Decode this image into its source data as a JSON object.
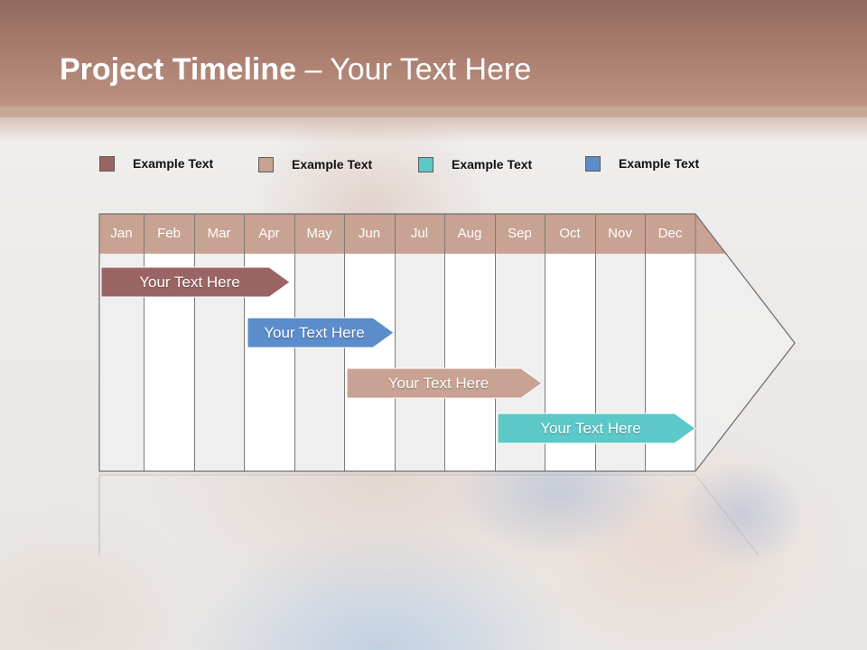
{
  "slide": {
    "title_bold": "Project Timeline",
    "title_rest": " – Your Text Here"
  },
  "legend": [
    {
      "label": "Example Text",
      "color": "#9b6464"
    },
    {
      "label": "Example Text",
      "color": "#c8a292"
    },
    {
      "label": "Example Text",
      "color": "#5cc8c8"
    },
    {
      "label": "Example Text",
      "color": "#5b8ccc"
    }
  ],
  "months": [
    "Jan",
    "Feb",
    "Mar",
    "Apr",
    "May",
    "Jun",
    "Jul",
    "Aug",
    "Sep",
    "Oct",
    "Nov",
    "Dec"
  ],
  "colors": {
    "header": "#c8a292",
    "bar1": "#9b6464",
    "bar2": "#5b8ccc",
    "bar3": "#c8a292",
    "bar4": "#5cc8c8"
  },
  "bars": [
    {
      "label": "Your  Text Here"
    },
    {
      "label": "Your  Text Here"
    },
    {
      "label": "Your  Text Here"
    },
    {
      "label": "Your  Text Here"
    }
  ]
}
